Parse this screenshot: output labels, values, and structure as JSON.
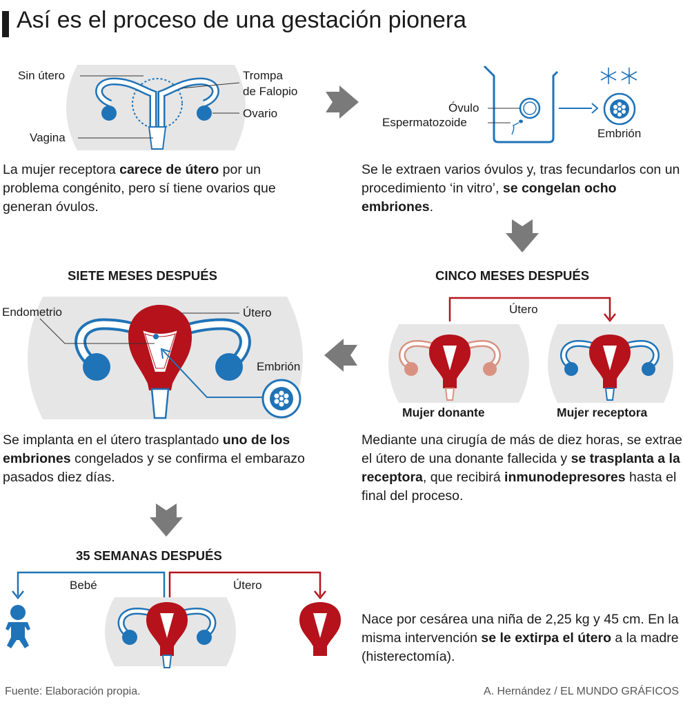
{
  "title": "Así es el proceso de una gestación pionera",
  "colors": {
    "blue": "#1f73b7",
    "red": "#b5121b",
    "salmon": "#d99282",
    "gray_bg": "#e6e6e6",
    "arrow_gray": "#7a7a7a",
    "text": "#1a1a1a"
  },
  "step1": {
    "labels": {
      "no_uterus": "Sin útero",
      "fallopian_1": "Trompa",
      "fallopian_2": "de Falopio",
      "ovary": "Ovario",
      "vagina": "Vagina"
    },
    "text_1": "La mujer receptora ",
    "text_bold": "carece de útero",
    "text_2": " por un problema congénito, pero sí tiene ovarios que generan óvulos."
  },
  "step2": {
    "labels": {
      "ovum": "Óvulo",
      "sperm": "Espermatozoide",
      "embryo": "Embrión"
    },
    "text_1": "Se le extraen varios óvulos y, tras fecundarlos con un procedimiento ‘in vitro’, ",
    "text_bold": "se congelan ocho embriones",
    "text_2": "."
  },
  "step3": {
    "heading": "CINCO MESES DESPUÉS",
    "uterus_label": "Útero",
    "donor_label": "Mujer donante",
    "recipient_label": "Mujer receptora",
    "text_1": "Mediante una cirugía de más de diez horas, se extrae el útero de una donante fallecida y ",
    "text_bold_1": "se trasplanta a la receptora",
    "text_2": ", que recibirá ",
    "text_bold_2": "inmunodepresores",
    "text_3": " hasta el final del proceso."
  },
  "step4": {
    "heading": "SIETE MESES DESPUÉS",
    "labels": {
      "endometrium": "Endometrio",
      "uterus": "Útero",
      "embryo": "Embrión"
    },
    "text_1": "Se implanta en el útero trasplantado ",
    "text_bold": "uno de los embriones",
    "text_2": " congelados y se confirma el embarazo pasados diez días."
  },
  "step5": {
    "heading": "35 SEMANAS DESPUÉS",
    "baby_label": "Bebé",
    "uterus_label": "Útero",
    "text_1": "Nace por cesárea una niña de 2,25 kg y 45 cm. En la misma intervención ",
    "text_bold": "se le extirpa el útero",
    "text_2": " a la madre (histerectomía)."
  },
  "footer": {
    "source": "Fuente: Elaboración propia.",
    "credit": "A. Hernández / EL MUNDO GRÁFICOS"
  }
}
